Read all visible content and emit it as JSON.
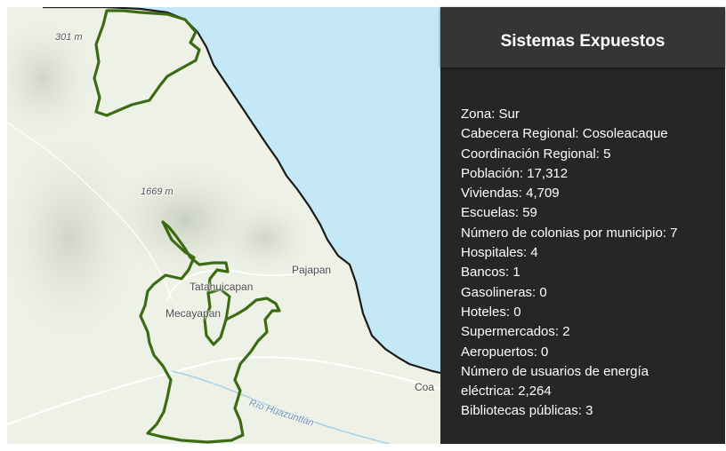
{
  "map": {
    "labels": {
      "elevation_1": "301 m",
      "elevation_2": "1669 m",
      "town_pajapan": "Pajapan",
      "town_tatahuicapan": "Tatahuicapan",
      "town_mecayapan": "Mecayapan",
      "town_coa": "Coa",
      "river": "Río Huazuntlán"
    },
    "colors": {
      "sea": "#c4e8f6",
      "land": "#eef1e6",
      "boundary": "#3d6b14",
      "coast": "#1a1a1a"
    }
  },
  "panel": {
    "title": "Sistemas Expuestos",
    "fields": [
      "Zona: Sur",
      "Cabecera Regional: Cosoleacaque",
      "Coordinación Regional: 5",
      "Población: 17,312",
      "Viviendas: 4,709",
      "Escuelas: 59",
      "Número de colonias por municipio: 7",
      "Hospitales: 4",
      "Bancos: 1",
      "Gasolineras: 0",
      "Hoteles: 0",
      "Supermercados: 2",
      "Aeropuertos: 0",
      "Número de usuarios de energía",
      "eléctrica: 2,264",
      "Bibliotecas públicas: 3"
    ]
  }
}
